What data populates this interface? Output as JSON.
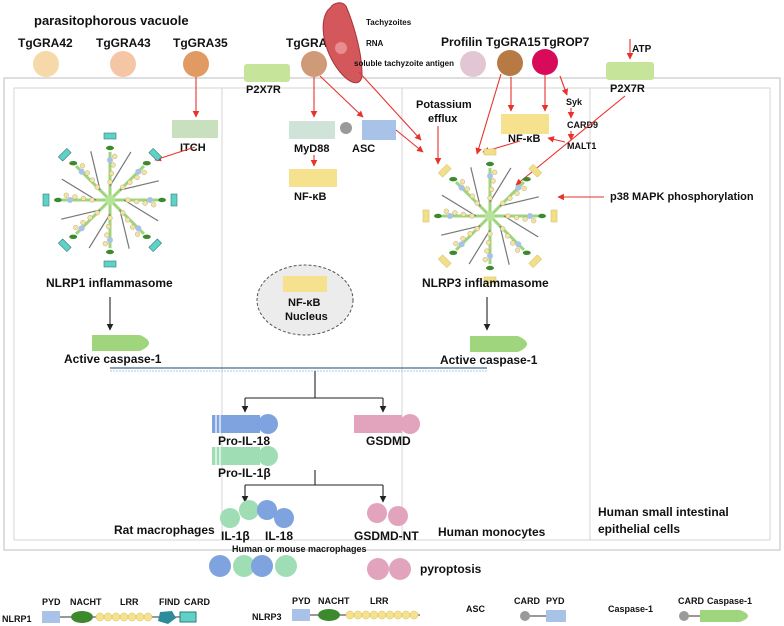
{
  "title": "parasitophorous vacuole",
  "proteins": {
    "gra42": "TgGRA42",
    "gra43": "TgGRA43",
    "gra35": "TgGRA35",
    "gra7": "TgGRA7",
    "profilin": "Profilin",
    "gra15": "TgGRA15",
    "rop7": "TgROP7"
  },
  "tachyzoite": {
    "line1": "Tachyzoites",
    "line2": "RNA",
    "line3": "soluble tachyzoite antigen"
  },
  "atp": "ATP",
  "p2x7r_left": "P2X7R",
  "p2x7r_right": "P2X7R",
  "itch": "ITCH",
  "myd88": "MyD88",
  "asc": "ASC",
  "nfkb_mid": "NF-κB",
  "nfkb_right": "NF-κB",
  "nucleus": {
    "line1": "NF-κB",
    "line2": "Nucleus"
  },
  "potassium": {
    "line1": "Potassium",
    "line2": "efflux"
  },
  "syk": "Syk",
  "card9": "CARD9",
  "malt1": "MALT1",
  "p38": "p38 MAPK phosphorylation",
  "nlrp1": "NLRP1 inflammasome",
  "nlrp3": "NLRP3 inflammasome",
  "casp_left": "Active caspase-1",
  "casp_right": "Active caspase-1",
  "pro_il18": "Pro-IL-18",
  "pro_il1b": "Pro-IL-1β",
  "gsdmd": "GSDMD",
  "il1b": "IL-1β",
  "il18": "IL-18",
  "gsdmd_nt": "GSDMD-NT",
  "rat": "Rat macrophages",
  "human_mouse": "Human or mouse macrophages",
  "human_mono": "Human monocytes",
  "hsie": {
    "line1": "Human small intestinal",
    "line2": "epithelial cells"
  },
  "pyroptosis": "pyroptosis",
  "legend": {
    "nlrp1": "NLRP1",
    "nlrp3": "NLRP3",
    "asc": "ASC",
    "caspase1": "Caspase-1",
    "pyd": "PYD",
    "nacht": "NACHT",
    "lrr": "LRR",
    "find": "FIND",
    "card": "CARD",
    "card_casp": "CARD",
    "caspase1_dom": "Caspase-1"
  },
  "colors": {
    "arrow": "#e8322c",
    "p2x7r": "#c6e59b",
    "itch": "#c9e0bf",
    "myd88": "#cfe3d8",
    "asc_box": "#a9c2e8",
    "nfkb": "#f6e28e",
    "gra42": "#f5d9a8",
    "gra43": "#f5c6a6",
    "gra35": "#e29a63",
    "gra7": "#cf9a78",
    "profilin": "#e2c6d3",
    "gra15": "#b87a45",
    "rop7": "#d80b5a",
    "pro_blue": "#7ea3de",
    "pro_green": "#9fddb4",
    "gsdmd": "#e2a4bd"
  }
}
